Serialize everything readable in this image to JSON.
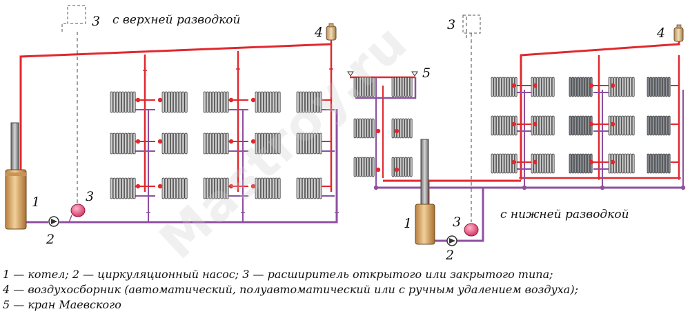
{
  "diagram": {
    "left_scheme": {
      "title": "с верхней разводкой",
      "labels": {
        "boiler": "1",
        "pump": "2",
        "expansion_tank": "3",
        "expansion_tank_top": "3",
        "air_collector": "4"
      }
    },
    "right_scheme": {
      "title": "с нижней разводкой",
      "labels": {
        "boiler": "1",
        "pump": "2",
        "expansion_tank": "3",
        "expansion_tank_top": "3",
        "air_collector": "4",
        "mayevsky_valve": "5"
      }
    },
    "legend": [
      "1 — котел; 2 — циркуляционный насос; 3 — расширитель открытого или закрытого типа;",
      "4 — воздухосборник (автоматический, полуавтоматический или с ручным удалением воздуха);",
      "5 — кран Маевского"
    ],
    "watermark": "Mastroy.ru",
    "colors": {
      "supply": "#e0282e",
      "return": "#8e4fa0",
      "boiler": "#d9a56b",
      "pump": "#ffffff",
      "tank": "#e8497a",
      "radiator": "#cccccc",
      "radiator_dark": "#8c9096"
    }
  }
}
